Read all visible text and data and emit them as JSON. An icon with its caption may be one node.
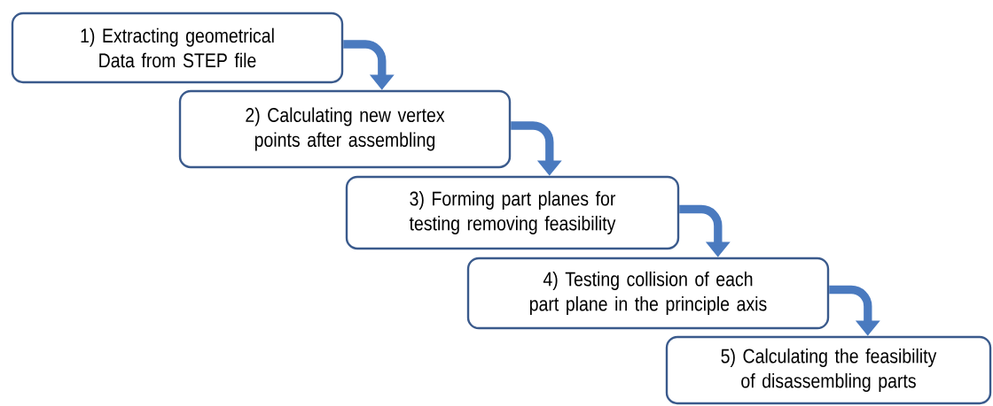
{
  "diagram": {
    "nodes": [
      {
        "text": [
          "1) Extracting geometrical Data from STEP file"
        ]
      },
      {
        "text": [
          "2) Calculating new vertex points after assembling"
        ]
      },
      {
        "text": [
          "3) Forming part planes for testing removing feasibility"
        ]
      },
      {
        "text": [
          "4) Testing collision of each part plane in the principle axis"
        ]
      },
      {
        "text": [
          "5) Calculating the feasibility of disassembling parts"
        ]
      }
    ],
    "edges": [
      {
        "from": 0,
        "to": 1,
        "arrow": "to"
      },
      {
        "from": 1,
        "to": 2,
        "arrow": "to"
      },
      {
        "from": 2,
        "to": 3,
        "arrow": "to"
      },
      {
        "from": 3,
        "to": 4,
        "arrow": "to"
      }
    ]
  }
}
